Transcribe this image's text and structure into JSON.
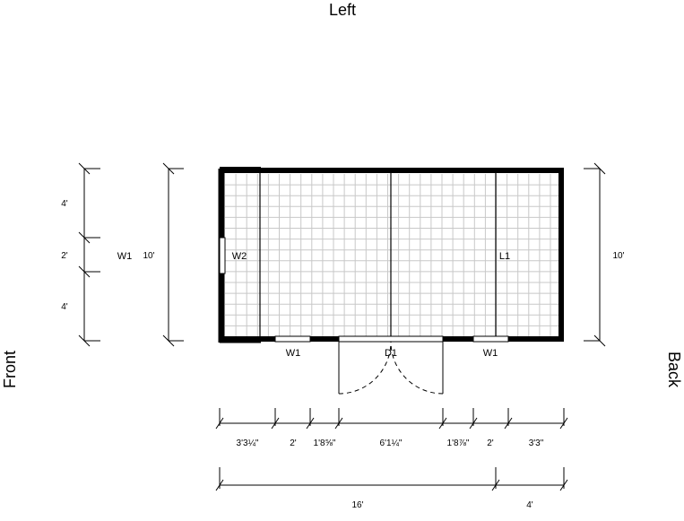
{
  "sides": {
    "top": "Left",
    "left": "Front",
    "right": "Back"
  },
  "labels": {
    "window_front": "W1",
    "window_interior": "W2",
    "loft": "L1",
    "door": "D1",
    "window_bottom_left": "W1",
    "window_bottom_right": "W1"
  },
  "dims_left": [
    "4'",
    "2'",
    "4'"
  ],
  "dim_left_total": "10'",
  "dim_right_total": "10'",
  "dims_bottom": [
    "3'3¼\"",
    "2'",
    "1'8⅝\"",
    "6'1¼\"",
    "1'8⅞\"",
    "2'",
    "3'3\""
  ],
  "dims_bottom_overall": [
    "16'",
    "4'"
  ]
}
